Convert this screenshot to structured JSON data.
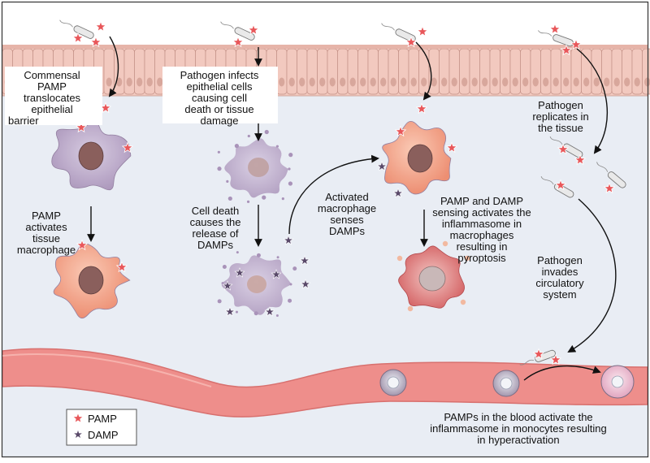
{
  "labels": {
    "commensal": [
      "Commensal",
      "PAMP",
      "translocates",
      "epithelial",
      "barrier"
    ],
    "pathogen_infects": [
      "Pathogen infects",
      "epithelial cells",
      "causing cell",
      "death or tissue",
      "damage"
    ],
    "pathogen_replicates": [
      "Pathogen",
      "replicates in",
      "the tissue"
    ],
    "pamp_activates": [
      "PAMP",
      "activates",
      "tissue",
      "macrophage"
    ],
    "cell_death": [
      "Cell death",
      "causes the",
      "release of",
      "DAMPs"
    ],
    "activated_macrophage": [
      "Activated",
      "macrophage",
      "senses",
      "DAMPs"
    ],
    "pamp_damp_sensing": [
      "PAMP and DAMP",
      "sensing activates the",
      "inflammasome in",
      "macrophages",
      "resulting in",
      "pyroptosis"
    ],
    "pathogen_invades": [
      "Pathogen",
      "invades",
      "circulatory",
      "system"
    ],
    "blood_pamps": [
      "PAMPs in the blood activate the",
      "inflammasome in monocytes resulting",
      "in hyperactivation"
    ]
  },
  "legend": {
    "pamp": "PAMP",
    "damp": "DAMP"
  },
  "colors": {
    "pamp": "#e8575a",
    "damp": "#5a4a6a",
    "macrophage_resting": "#b7a3c4",
    "macrophage_active": "#f0947a",
    "vessel": "#ea8a88",
    "epithelium": "#f2c9bf",
    "tissue": "#e9edf4"
  }
}
